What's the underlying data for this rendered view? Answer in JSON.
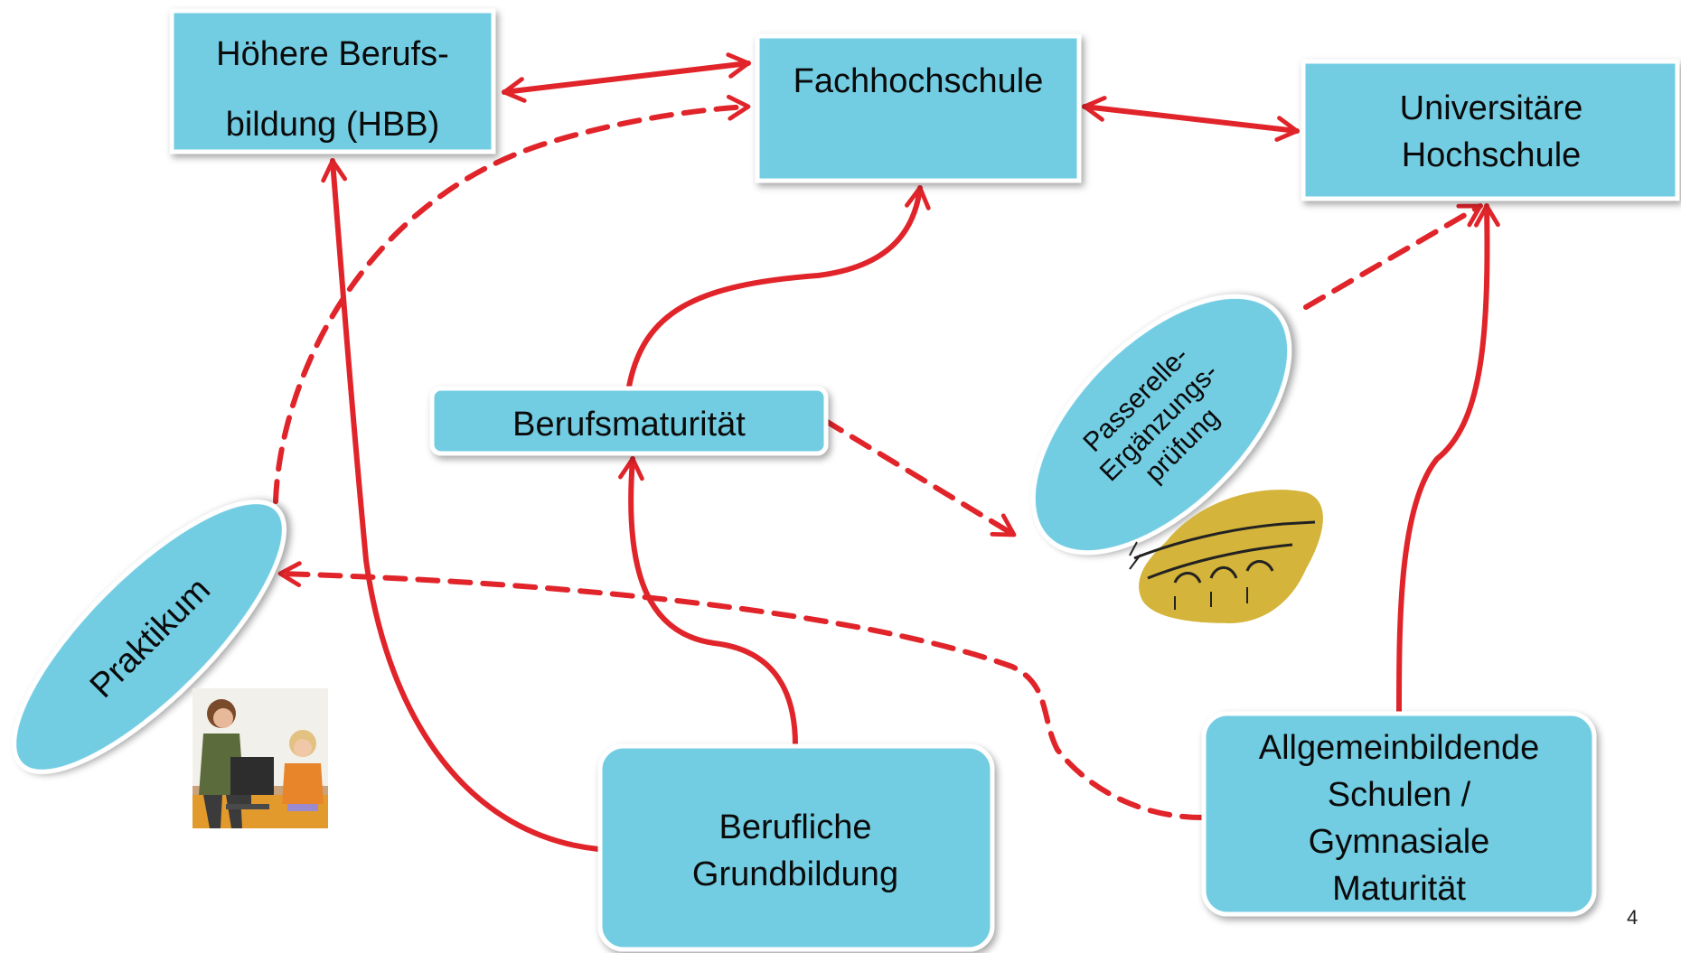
{
  "nodes": {
    "hbb": {
      "line1": "Höhere Berufs-",
      "line2": "bildung (HBB)"
    },
    "fachhochschule": {
      "line1": "Fachhochschule"
    },
    "universitaet": {
      "line1": "Universitäre",
      "line2": "Hochschule"
    },
    "berufsmaturitaet": {
      "line1": "Berufsmaturität"
    },
    "passerelle": {
      "line1": "Passerelle-",
      "line2": "Ergänzungs-",
      "line3": "prüfung"
    },
    "praktikum": {
      "line1": "Praktikum"
    },
    "grundbildung": {
      "line1": "Berufliche",
      "line2": "Grundbildung"
    },
    "allgemeinbildend": {
      "line1": "Allgemeinbildende",
      "line2": "Schulen /",
      "line3": "Gymnasiale",
      "line4": "Maturität"
    }
  },
  "page_number": "4",
  "colors": {
    "node_fill": "#72cde3",
    "arrow": "#e0242a",
    "bridge": "#d4b43a"
  },
  "icons": [
    "bridge-clipart-icon",
    "office-workers-photo-icon"
  ]
}
